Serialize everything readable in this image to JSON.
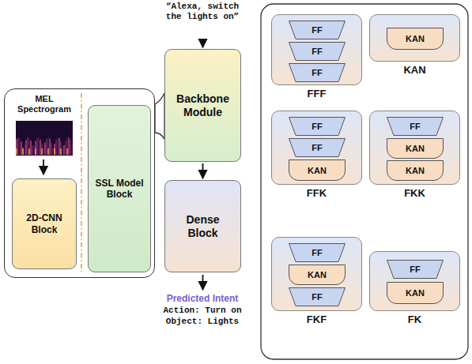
{
  "diagram": {
    "nodes": [
      {
        "text": [
          "MEL Spectrogram"
        ]
      },
      {
        "text": [
          "2D-CNN Block"
        ],
        "in": 0
      },
      {
        "text": [
          "SSL Model Block"
        ],
        "in": 0
      },
      {
        "text": [
          "Backbone Module"
        ]
      },
      {
        "text": [
          "Dense Block"
        ]
      },
      {
        "text": [
          "FFF"
        ]
      },
      {
        "text": [
          "FF"
        ],
        "in": 5
      },
      {
        "text": [
          "FF"
        ],
        "in": 5
      },
      {
        "text": [
          "FF"
        ],
        "in": 5
      },
      {
        "text": [
          "KAN"
        ]
      },
      {
        "text": [
          "KAN"
        ],
        "in": 9
      },
      {
        "text": [
          "FFK"
        ]
      },
      {
        "text": [
          "FF"
        ],
        "in": 11
      },
      {
        "text": [
          "FF"
        ],
        "in": 11
      },
      {
        "text": [
          "KAN"
        ],
        "in": 11
      },
      {
        "text": [
          "FKK"
        ]
      },
      {
        "text": [
          "FF"
        ],
        "in": 15
      },
      {
        "text": [
          "KAN"
        ],
        "in": 15
      },
      {
        "text": [
          "KAN"
        ],
        "in": 15
      },
      {
        "text": [
          "FKF"
        ]
      },
      {
        "text": [
          "FF"
        ],
        "in": 19
      },
      {
        "text": [
          "KAN"
        ],
        "in": 19
      },
      {
        "text": [
          "FF"
        ],
        "in": 19
      },
      {
        "text": [
          "FK"
        ]
      },
      {
        "text": [
          "FF"
        ],
        "in": 23
      },
      {
        "text": [
          "KAN"
        ],
        "in": 23
      }
    ],
    "edges": [
      {
        "from": 3,
        "to": 4,
        "arrow": "to"
      }
    ],
    "labels": [
      "“Alexa, switch the lights on”",
      "Predicted Intent",
      "Action: Turn on",
      "Object: Lights"
    ]
  }
}
